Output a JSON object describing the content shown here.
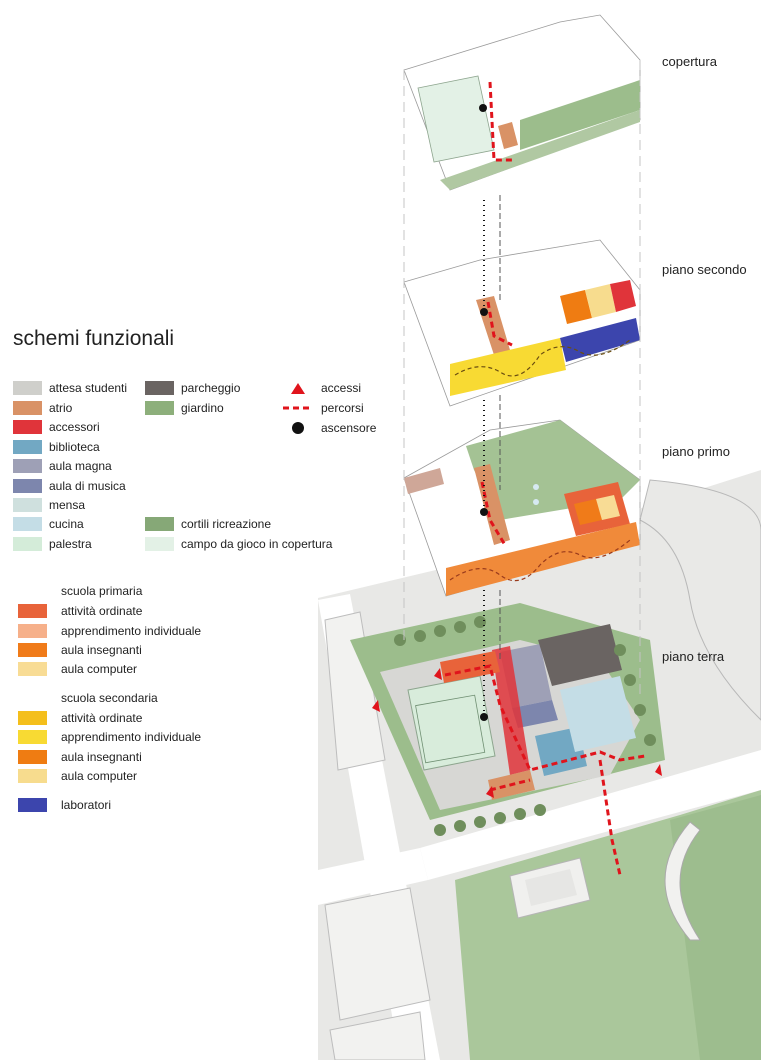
{
  "title": "schemi funzionali",
  "floors": {
    "roof": "copertura",
    "second": "piano secondo",
    "first": "piano primo",
    "ground": "piano terra"
  },
  "legend_functions": [
    {
      "label": "attesa studenti",
      "color": "#cfcfcb"
    },
    {
      "label": "atrio",
      "color": "#d99266"
    },
    {
      "label": "accessori",
      "color": "#e0343a"
    },
    {
      "label": "biblioteca",
      "color": "#72a8c3"
    },
    {
      "label": "aula magna",
      "color": "#9ea0b6"
    },
    {
      "label": "aula di musica",
      "color": "#7d86ad"
    },
    {
      "label": "mensa",
      "color": "#cfe0de"
    },
    {
      "label": "cucina",
      "color": "#c4dde6"
    },
    {
      "label": "palestra",
      "color": "#d4ecd9"
    }
  ],
  "legend_outdoor": [
    {
      "label": "parcheggio",
      "color": "#6a6462"
    },
    {
      "label": "giardino",
      "color": "#8daf7b"
    }
  ],
  "legend_courts": [
    {
      "label": "cortili ricreazione",
      "color": "#86a877"
    },
    {
      "label": "campo da gioco in copertura",
      "color": "#e3f1e6"
    }
  ],
  "legend_symbols": [
    {
      "label": "accessi",
      "icon": "triangle-icon",
      "color": "#e0141c"
    },
    {
      "label": "percorsi",
      "icon": "dashed-line-icon",
      "color": "#e0141c"
    },
    {
      "label": "ascensore",
      "icon": "dot-icon",
      "color": "#111111"
    }
  ],
  "primary_school": {
    "title": "scuola primaria",
    "items": [
      {
        "label": "attività ordinate",
        "color": "#e8633a"
      },
      {
        "label": "apprendimento individuale",
        "color": "#f6b08a"
      },
      {
        "label": "aula insegnanti",
        "color": "#f07b19"
      },
      {
        "label": "aula computer",
        "color": "#f8dc95"
      }
    ]
  },
  "secondary_school": {
    "title": "scuola secondaria",
    "items": [
      {
        "label": "attività ordinate",
        "color": "#f4bf1c"
      },
      {
        "label": "apprendimento individuale",
        "color": "#f8da33"
      },
      {
        "label": "aula insegnanti",
        "color": "#ef7c12"
      },
      {
        "label": "aula computer",
        "color": "#f7dc8e"
      }
    ]
  },
  "labs": {
    "label": "laboratori",
    "color": "#3c45ad"
  }
}
